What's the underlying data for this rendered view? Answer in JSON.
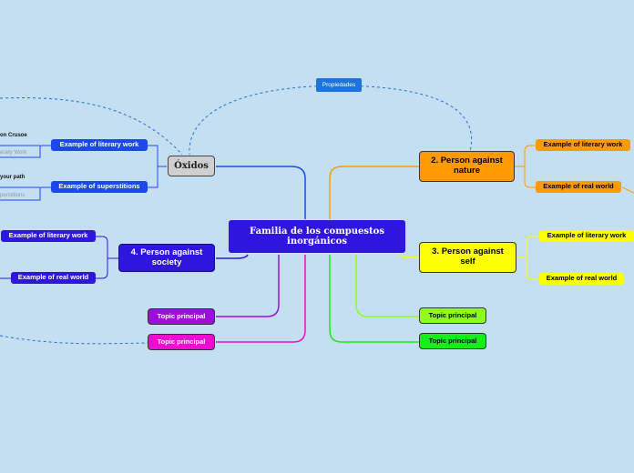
{
  "central_topic": "Familia de los compuestos inorgánicos",
  "properties_link": "Propiedades",
  "oxidos": {
    "title": "Óxidos",
    "items": [
      {
        "label": "Example of literary work",
        "title_fragment": "on Crusoe",
        "note_fragment": "erary Work"
      },
      {
        "label": "Example of superstitions",
        "title_fragment": "your path",
        "note_fragment": "perstitions"
      }
    ]
  },
  "person_vs_society": {
    "title": "4. Person against society",
    "items": [
      "Example of literary work",
      "Example of real world"
    ]
  },
  "person_vs_nature": {
    "title": "2. Person against nature",
    "items": [
      "Example of literary work",
      "Example of real world"
    ]
  },
  "person_vs_self": {
    "title": "3. Person against self",
    "items": [
      "Example of literary work",
      "Example of real world"
    ]
  },
  "topics": [
    {
      "label": "Topic principal",
      "color": "#9b0edc"
    },
    {
      "label": "Topic principal",
      "color": "#f00cd0"
    },
    {
      "label": "Topic principal",
      "color": "#8dff1a"
    },
    {
      "label": "Topic principal",
      "color": "#12f016"
    }
  ],
  "colors": {
    "background": "#c4dff1",
    "central": "#2f16de",
    "oxidos": "#cfcfcf",
    "nature": "#ff9a00",
    "self": "#fbff00",
    "blue_branch": "#1b49ee",
    "link_dashed": "#1b73dc"
  }
}
